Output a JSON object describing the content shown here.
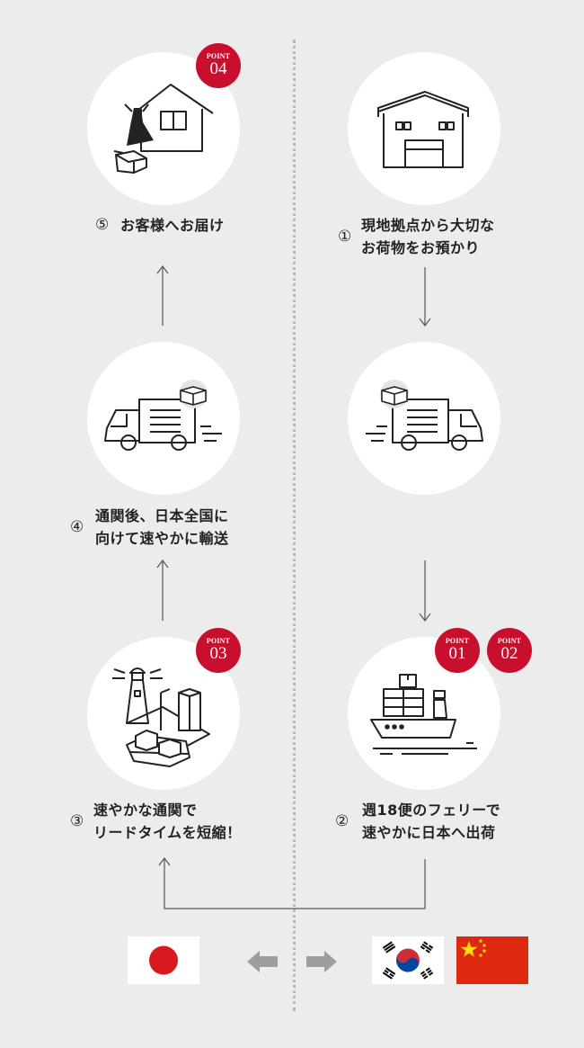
{
  "steps": [
    {
      "num": "①",
      "line1": "現地拠点から大切な",
      "line2": "お荷物をお預かり"
    },
    {
      "num": "②",
      "line1": "週18便のフェリーで",
      "line2": "速やかに日本へ出荷"
    },
    {
      "num": "③",
      "line1": "速やかな通関で",
      "line2": "リードタイムを短縮！"
    },
    {
      "num": "④",
      "line1": "通関後、日本全国に",
      "line2": "向けて速やかに輸送"
    },
    {
      "num": "⑤",
      "line1": "お客様へお届け",
      "line2": ""
    }
  ],
  "badges": {
    "label": "POINT",
    "p01": "01",
    "p02": "02",
    "p03": "03",
    "p04": "04"
  },
  "colors": {
    "accent": "#c8102e",
    "background": "#ececec",
    "circle": "#ffffff",
    "line": "#555555"
  },
  "icons": {
    "warehouse": "warehouse-icon",
    "truck": "delivery-truck-icon",
    "ship": "cargo-ship-icon",
    "port": "port-lighthouse-icon",
    "home": "home-delivery-icon"
  },
  "flags": [
    "japan",
    "south-korea",
    "china"
  ]
}
